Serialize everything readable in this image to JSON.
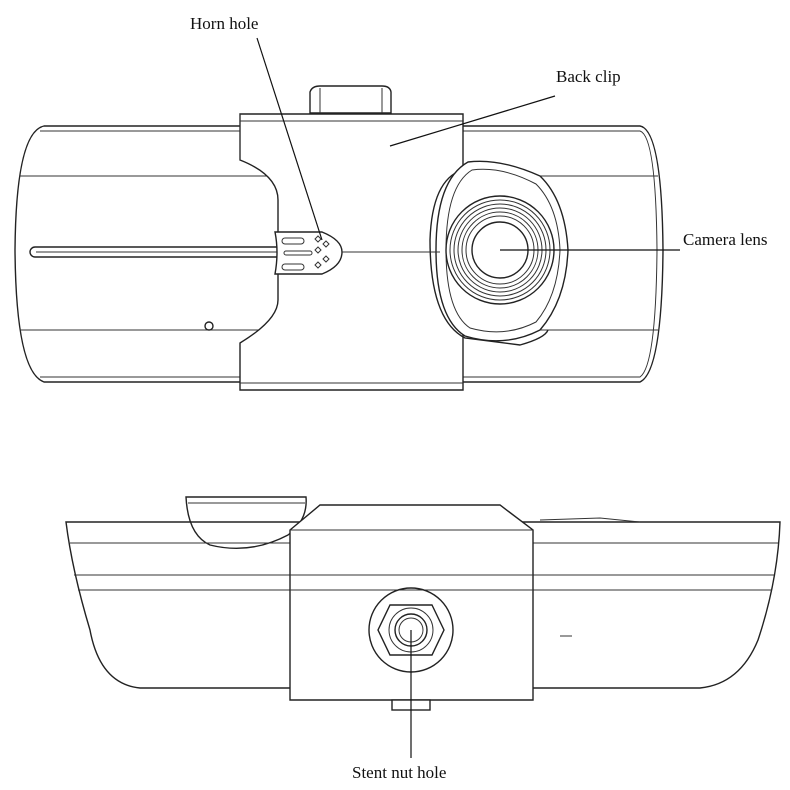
{
  "labels": {
    "horn_hole": "Horn hole",
    "back_clip": "Back clip",
    "camera_lens": "Camera lens",
    "stent_nut_hole": "Stent nut hole"
  },
  "colors": {
    "line": "#222222",
    "background": "#ffffff"
  }
}
